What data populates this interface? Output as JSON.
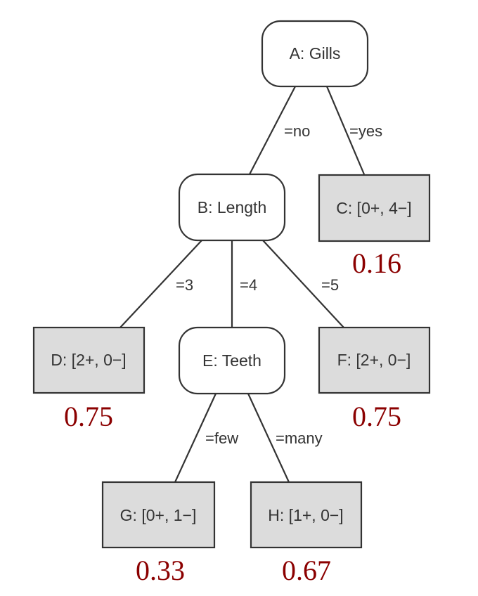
{
  "tree": {
    "nodes": {
      "A": {
        "label": "A: Gills"
      },
      "B": {
        "label": "B: Length"
      },
      "C": {
        "label": "C: [0+, 4−]",
        "score": "0.16"
      },
      "D": {
        "label": "D: [2+, 0−]",
        "score": "0.75"
      },
      "E": {
        "label": "E: Teeth"
      },
      "F": {
        "label": "F: [2+, 0−]",
        "score": "0.75"
      },
      "G": {
        "label": "G: [0+, 1−]",
        "score": "0.33"
      },
      "H": {
        "label": "H: [1+, 0−]",
        "score": "0.67"
      }
    },
    "edges": {
      "A_B": "=no",
      "A_C": "=yes",
      "B_D": "=3",
      "B_E": "=4",
      "B_F": "=5",
      "E_G": "=few",
      "E_H": "=many"
    },
    "colors": {
      "leaf_fill": "#dcdcdc",
      "line": "#333333",
      "score": "#8b0000"
    }
  }
}
